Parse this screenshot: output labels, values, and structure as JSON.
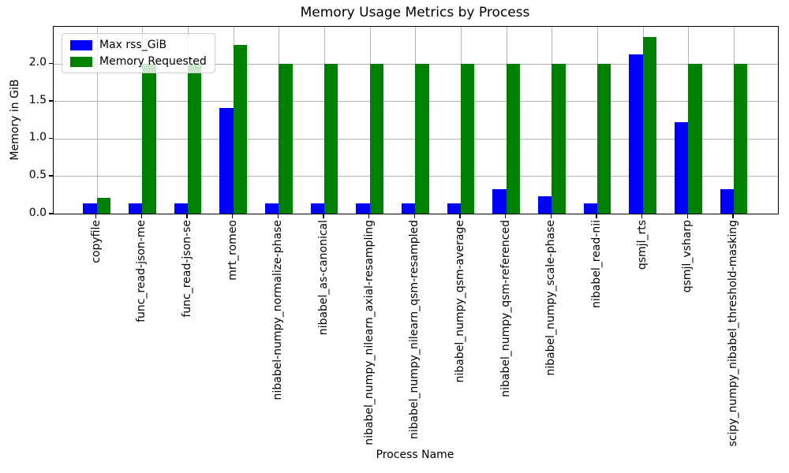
{
  "chart_data": {
    "type": "bar",
    "title": "Memory Usage Metrics by Process",
    "xlabel": "Process Name",
    "ylabel": "Memory in GiB",
    "ylim": [
      0,
      2.49
    ],
    "yticks": [
      0.0,
      0.5,
      1.0,
      1.5,
      2.0
    ],
    "grid": true,
    "legend_position": "upper-left",
    "categories": [
      "copyfile",
      "func_read-json-me",
      "func_read-json-se",
      "mrt_romeo",
      "nibabel-numpy_normalize-phase",
      "nibabel_as-canonical",
      "nibabel_numpy_nilearn_axial-resampling",
      "nibabel_numpy_nilearn_qsm-resampled",
      "nibabel_numpy_qsm-average",
      "nibabel_numpy_qsm-referenced",
      "nibabel_numpy_scale-phase",
      "nibabel_read-nii",
      "qsmjl_rts",
      "qsmjl_vsharp",
      "scipy_numpy_nibabel_threshold-masking"
    ],
    "series": [
      {
        "name": "Max rss_GiB",
        "color": "#0000ff",
        "values": [
          0.14,
          0.14,
          0.14,
          1.41,
          0.14,
          0.14,
          0.14,
          0.14,
          0.14,
          0.33,
          0.23,
          0.14,
          2.12,
          1.22,
          0.33
        ]
      },
      {
        "name": "Memory Requested",
        "color": "#008000",
        "values": [
          0.21,
          2.0,
          2.0,
          2.25,
          2.0,
          2.0,
          2.0,
          2.0,
          2.0,
          2.0,
          2.0,
          2.0,
          2.35,
          2.0,
          2.0
        ]
      }
    ]
  }
}
